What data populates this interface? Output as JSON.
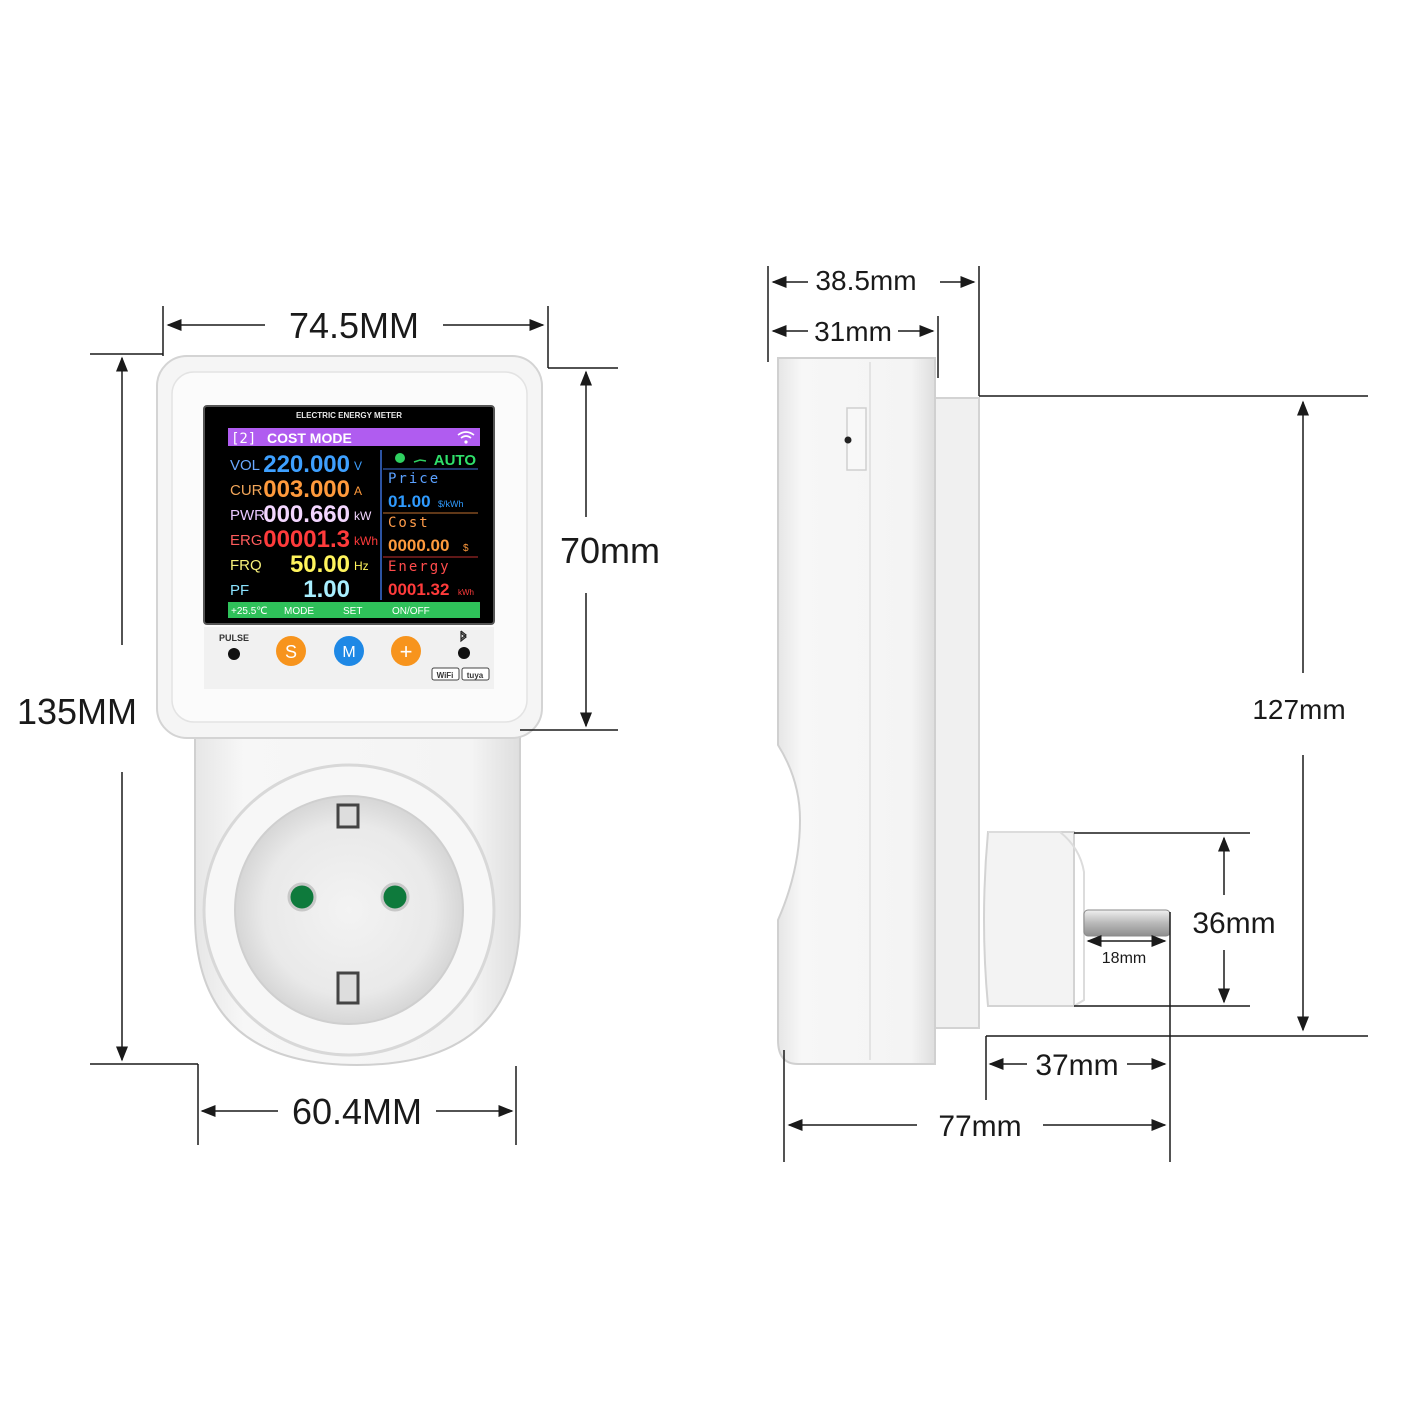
{
  "dimensions": {
    "front_width_top": "74.5MM",
    "front_screen_height": "70mm",
    "front_total_height": "135MM",
    "front_width_bottom": "60.4MM",
    "side_depth_total_top": "38.5mm",
    "side_depth_body": "31mm",
    "side_height": "127mm",
    "plug_diameter": "36mm",
    "pin_length": "18mm",
    "plug_depth": "37mm",
    "side_total_depth": "77mm"
  },
  "device": {
    "header": "ELECTRIC ENERGY METER",
    "mode_bar": {
      "index": "[2]",
      "title": "COST MODE"
    },
    "readings": [
      {
        "label": "VOL",
        "value": "220.000",
        "unit": "V",
        "label_color": "#6aa8ff",
        "value_color": "#3ea0ff"
      },
      {
        "label": "CUR",
        "value": "003.000",
        "unit": "A",
        "label_color": "#f2a65a",
        "value_color": "#ff9a3c"
      },
      {
        "label": "PWR",
        "value": "000.660",
        "unit": "kW",
        "label_color": "#e9c7ff",
        "value_color": "#f3d6ff"
      },
      {
        "label": "ERG",
        "value": "00001.3",
        "unit": "kWh",
        "label_color": "#ff5c5c",
        "value_color": "#ff3b3b"
      },
      {
        "label": "FRQ",
        "value": "50.00",
        "unit": "Hz",
        "label_color": "#f7f07a",
        "value_color": "#fff45c"
      },
      {
        "label": "PF",
        "value": "1.00",
        "unit": "",
        "label_color": "#8be3ff",
        "value_color": "#a9efff"
      }
    ],
    "side_panel": {
      "auto_label": "AUTO",
      "price_label": "Price",
      "price_value": "01.00",
      "price_unit": "$/kWh",
      "cost_label": "Cost",
      "cost_value": "0000.00",
      "cost_unit": "$",
      "energy_label": "Energy",
      "energy_value": "0001.32",
      "energy_unit": "kWh"
    },
    "status_bar": {
      "temperature": "+25.5℃",
      "mode": "MODE",
      "set": "SET",
      "onoff": "ON/OFF"
    },
    "buttons": {
      "pulse_label": "PULSE",
      "s_label": "S",
      "m_label": "M",
      "plus_label": "+"
    },
    "badges": {
      "wifi": "WiFi",
      "tuya": "tuya"
    }
  },
  "colors": {
    "screen_bg": "#000000",
    "mode_bar": "#b05cf0",
    "status_bar": "#2fc15a",
    "button_orange": "#f7941d",
    "button_blue": "#1e88e5",
    "socket_pin": "#0e7a3c",
    "device_body": "#f2f2f2"
  }
}
